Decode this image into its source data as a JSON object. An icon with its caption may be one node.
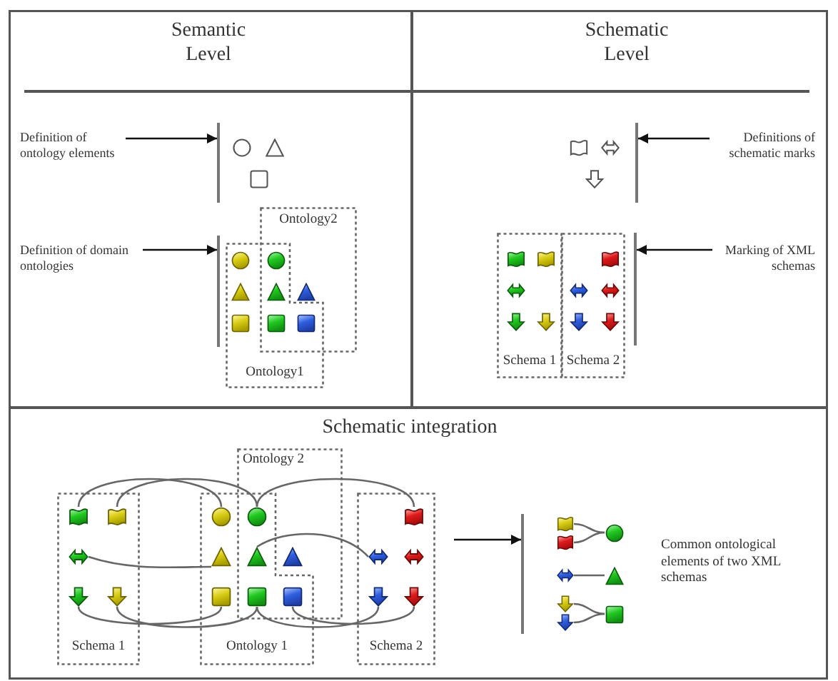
{
  "diagram": {
    "nodes": [
      {
        "text": [
          "Semantic Level"
        ]
      },
      {
        "text": [
          "Definition of ontology elements"
        ],
        "in": 0
      },
      {
        "text": [],
        "shape": "bar",
        "in": 0
      },
      {
        "text": [
          "Definition of domain ontologies"
        ],
        "in": 0
      },
      {
        "text": [],
        "shape": "bar",
        "in": 0
      },
      {
        "text": [
          "Ontology2"
        ],
        "in": 0
      },
      {
        "text": [
          "Ontology1"
        ],
        "in": 0
      },
      {
        "text": [
          "Schematic Level"
        ]
      },
      {
        "text": [
          "Definitions of schematic marks"
        ],
        "in": 7
      },
      {
        "text": [],
        "shape": "bar",
        "in": 7
      },
      {
        "text": [
          "Schema 1"
        ],
        "in": 7
      },
      {
        "text": [
          "Schema 2"
        ],
        "in": 7
      },
      {
        "text": [],
        "shape": "bar",
        "in": 7
      },
      {
        "text": [
          "Marking of XML schemas"
        ],
        "in": 7
      },
      {
        "text": [
          "Schematic integration"
        ]
      },
      {
        "text": [
          "Schema 1"
        ],
        "in": 14
      },
      {
        "text": [
          "Ontology 2"
        ],
        "in": 14
      },
      {
        "text": [
          "Ontology 1"
        ],
        "in": 14
      },
      {
        "text": [
          "Schema 2"
        ],
        "in": 14
      },
      {
        "text": [],
        "shape": "flag",
        "in": 15
      },
      {
        "text": [],
        "shape": "flag",
        "in": 15
      },
      {
        "text": [],
        "shape": "double-arrow",
        "in": 15
      },
      {
        "text": [],
        "shape": "down-arrow",
        "in": 15
      },
      {
        "text": [],
        "shape": "down-arrow",
        "in": 15
      },
      {
        "text": [],
        "shape": "circle",
        "in": 17
      },
      {
        "text": [],
        "shape": "circle"
      },
      {
        "text": [],
        "shape": "triangle",
        "in": 17
      },
      {
        "text": [],
        "shape": "triangle"
      },
      {
        "text": [],
        "shape": "triangle",
        "in": 16
      },
      {
        "text": [],
        "shape": "square",
        "in": 17
      },
      {
        "text": [],
        "shape": "square"
      },
      {
        "text": [],
        "shape": "square"
      },
      {
        "text": [],
        "shape": "flag",
        "in": 18
      },
      {
        "text": [],
        "shape": "double-arrow",
        "in": 18
      },
      {
        "text": [],
        "shape": "double-arrow",
        "in": 18
      },
      {
        "text": [],
        "shape": "down-arrow",
        "in": 18
      },
      {
        "text": [],
        "shape": "down-arrow",
        "in": 18
      },
      {
        "text": [],
        "shape": "bar",
        "in": 14
      },
      {
        "text": [],
        "shape": "flag",
        "in": 14
      },
      {
        "text": [],
        "shape": "flag",
        "in": 14
      },
      {
        "text": [],
        "shape": "circle",
        "in": 14
      },
      {
        "text": [],
        "shape": "double-arrow",
        "in": 14
      },
      {
        "text": [],
        "shape": "triangle",
        "in": 14
      },
      {
        "text": [],
        "shape": "down-arrow",
        "in": 14
      },
      {
        "text": [],
        "shape": "down-arrow",
        "in": 14
      },
      {
        "text": [],
        "shape": "square",
        "in": 14
      },
      {
        "text": [
          "Common ontological elements of two XML schemas"
        ],
        "in": 14
      }
    ],
    "edges": [
      {
        "from": 1,
        "to": 2,
        "arrow": "to",
        "color": "#111111"
      },
      {
        "from": 3,
        "to": 4,
        "arrow": "to",
        "color": "#111111"
      },
      {
        "from": 8,
        "to": 9,
        "arrow": "to",
        "color": "#111111"
      },
      {
        "from": 13,
        "to": 12,
        "arrow": "to",
        "color": "#111111"
      },
      {
        "from": 19,
        "to": 24,
        "arrow": "none"
      },
      {
        "from": 20,
        "to": 25,
        "arrow": "none"
      },
      {
        "from": 32,
        "to": 25,
        "arrow": "none"
      },
      {
        "from": 21,
        "to": 26,
        "arrow": "none"
      },
      {
        "from": 33,
        "to": 27,
        "arrow": "none"
      },
      {
        "from": 22,
        "to": 29,
        "arrow": "none"
      },
      {
        "from": 23,
        "to": 30,
        "arrow": "none"
      },
      {
        "from": 35,
        "to": 30,
        "arrow": "none"
      },
      {
        "from": 36,
        "to": 31,
        "arrow": "none"
      },
      {
        "from": null,
        "to": 37,
        "arrow": "to",
        "color": "#111111"
      },
      {
        "from": 38,
        "to": 40,
        "arrow": "none"
      },
      {
        "from": 39,
        "to": 40,
        "arrow": "none"
      },
      {
        "from": 41,
        "to": 42,
        "arrow": "none"
      },
      {
        "from": 43,
        "to": 45,
        "arrow": "none"
      },
      {
        "from": 44,
        "to": 45,
        "arrow": "none"
      }
    ]
  }
}
